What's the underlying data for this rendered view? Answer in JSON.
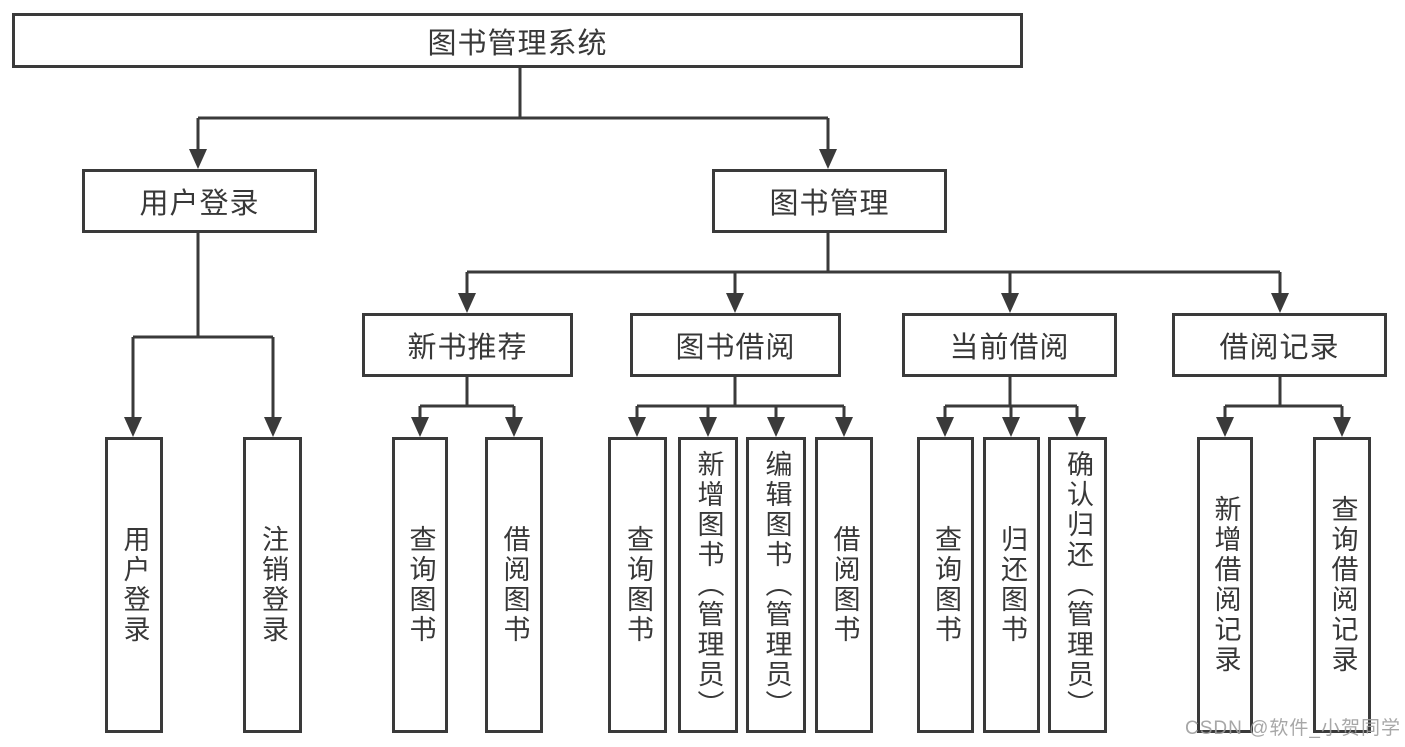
{
  "colors": {
    "line": "#3a3a3a",
    "text": "#383838",
    "bg": "#ffffff",
    "watermark": "#9e9e9e"
  },
  "tree": {
    "root": {
      "label": "图书管理系统",
      "children": [
        {
          "label": "用户登录",
          "children": [
            {
              "label": "用户登录"
            },
            {
              "label": "注销登录"
            }
          ]
        },
        {
          "label": "图书管理",
          "children": [
            {
              "label": "新书推荐",
              "children": [
                {
                  "label": "查询图书"
                },
                {
                  "label": "借阅图书"
                }
              ]
            },
            {
              "label": "图书借阅",
              "children": [
                {
                  "label": "查询图书"
                },
                {
                  "label": "新增图书（管理员）"
                },
                {
                  "label": "编辑图书（管理员）"
                },
                {
                  "label": "借阅图书"
                }
              ]
            },
            {
              "label": "当前借阅",
              "children": [
                {
                  "label": "查询图书"
                },
                {
                  "label": "归还图书"
                },
                {
                  "label": "确认归还（管理员）"
                }
              ]
            },
            {
              "label": "借阅记录",
              "children": [
                {
                  "label": "新增借阅记录"
                },
                {
                  "label": "查询借阅记录"
                }
              ]
            }
          ]
        }
      ]
    }
  },
  "watermark": {
    "text": "CSDN @软件_小贺同学"
  }
}
